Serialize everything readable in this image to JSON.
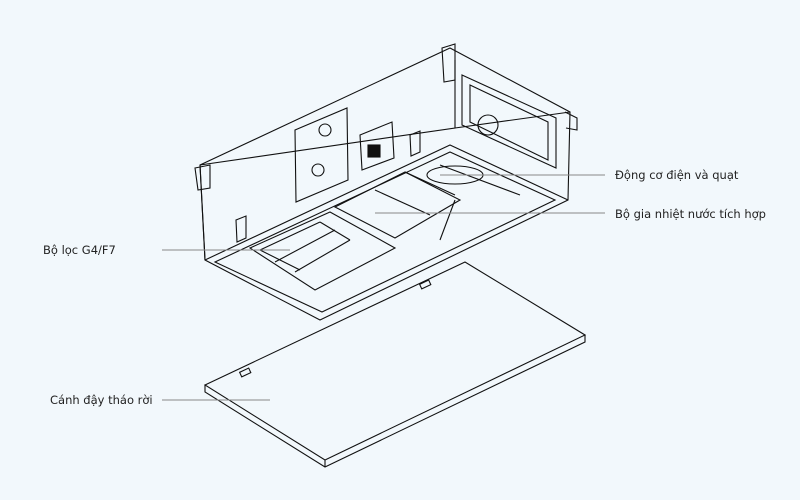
{
  "labels": {
    "motor_fan": "Động cơ điện và quạt",
    "heater": "Bộ gia nhiệt nước tích hợp",
    "filter": "Bộ lọc G4/F7",
    "panel": "Cánh đậy tháo rời"
  },
  "colors": {
    "background": "#f2f8fc",
    "line": "#111111",
    "leader": "#888888"
  }
}
